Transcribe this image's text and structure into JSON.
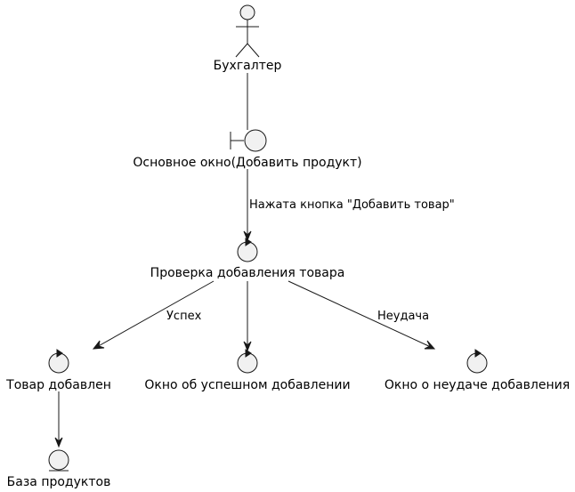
{
  "nodes": {
    "actor": {
      "label": "Бухгалтер"
    },
    "boundary": {
      "label": "Основное окно(Добавить продукт)"
    },
    "check": {
      "label": "Проверка добавления товара"
    },
    "added": {
      "label": "Товар добавлен"
    },
    "success_window": {
      "label": "Окно об успешном добавлении"
    },
    "fail_window": {
      "label": "Окно о неудаче добавления"
    },
    "database": {
      "label": "База продуктов"
    }
  },
  "edges": {
    "add_button": {
      "label": "Нажата кнопка \"Добавить товар\""
    },
    "success": {
      "label": "Успех"
    },
    "failure": {
      "label": "Неудача"
    }
  }
}
